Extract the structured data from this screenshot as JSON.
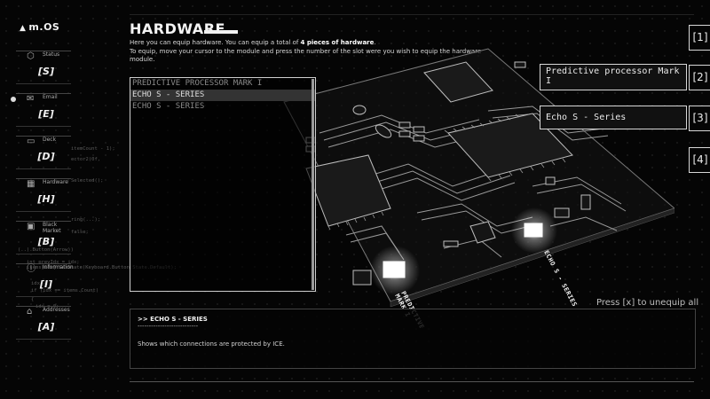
{
  "logo": {
    "text": "m.OS"
  },
  "sidebar": {
    "items": [
      {
        "label": "Status",
        "key": "[S]",
        "icon": "hexagon-icon"
      },
      {
        "label": "Email",
        "key": "[E]",
        "icon": "envelope-icon"
      },
      {
        "label": "Deck",
        "key": "[D]",
        "icon": "deck-icon"
      },
      {
        "label": "Hardware",
        "key": "[H]",
        "icon": "chip-icon"
      },
      {
        "label": "Black Market",
        "key": "[B]",
        "icon": "market-icon"
      },
      {
        "label": "Information",
        "key": "[I]",
        "icon": "info-icon"
      },
      {
        "label": "Addresses",
        "key": "[A]",
        "icon": "address-icon"
      }
    ]
  },
  "background_code": [
    "itemCount - 1);",
    "ector2(0f,",
    "Selected();",
    "ring(...);",
    "false;",
    "(..).Button(Arrow))",
    "int prevIdx = idx;",
    "items[idx].SetState(Keyboard.Button.State.Default);",
    "idx--;",
    "if (idx == items.Count)",
    "{",
    "idx = 0;"
  ],
  "header": {
    "title": "HARDWARE",
    "desc_line1_pre": "Here you can equip hardware. You can equip a total of ",
    "desc_line1_bold": "4 pieces of hardware",
    "desc_line1_post": ".",
    "desc_line2": "To equip, move your cursor to the module and press the number of the slot were you wish to equip the hardware module."
  },
  "hardware_list": [
    {
      "name": "PREDICTIVE PROCESSOR MARK I",
      "selected": false
    },
    {
      "name": "ECHO S - SERIES",
      "selected": true
    },
    {
      "name": "ECHO S - SERIES",
      "selected": false
    }
  ],
  "board": {
    "chip_label_1": "PREDICTIVE PROCESSOR",
    "chip_label_1b": "MARK I",
    "chip_label_2": "ECHO S - SERIES"
  },
  "slots": [
    {
      "number": "[1]",
      "content": ""
    },
    {
      "number": "[2]",
      "content": "Predictive processor Mark I"
    },
    {
      "number": "[3]",
      "content": "Echo S - Series"
    },
    {
      "number": "[4]",
      "content": ""
    }
  ],
  "unequip_hint": "Press [x] to unequip all",
  "info": {
    "name": ">> ECHO S - SERIES",
    "separator": "---------------------------",
    "description": "Shows which connections are protected by ICE."
  }
}
